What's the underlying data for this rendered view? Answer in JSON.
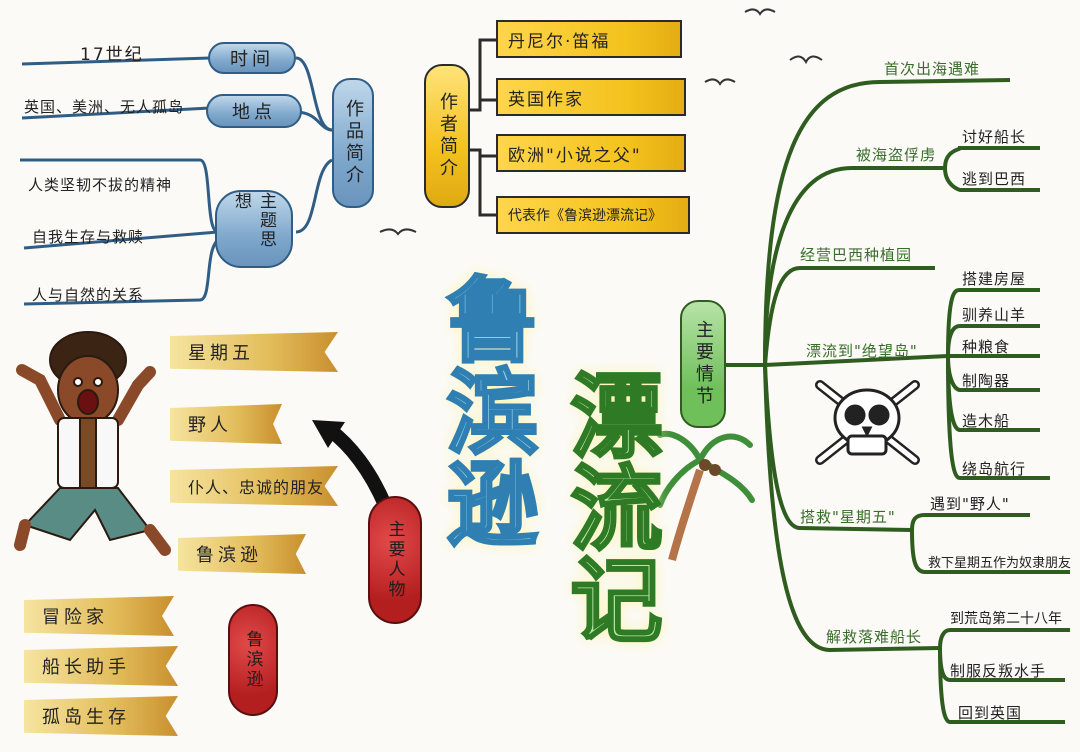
{
  "title": {
    "left": "鲁滨逊",
    "right": "漂流记"
  },
  "colors": {
    "blue": "#6b94bd",
    "yellow": "#f3c21d",
    "green": "#2f5d1f",
    "red": "#b31e1e",
    "tag": "#e2bc5a"
  },
  "work_intro": {
    "label": "作品简介",
    "time": {
      "label": "时间",
      "value": "17世纪"
    },
    "place": {
      "label": "地点",
      "value": "英国、美洲、无人孤岛"
    },
    "theme": {
      "label": "主题思想",
      "items": [
        "人类坚韧不拔的精神",
        "自我生存与救赎",
        "人与自然的关系"
      ]
    }
  },
  "author_intro": {
    "label": "作者简介",
    "items": [
      "丹尼尔·笛福",
      "英国作家",
      "欧洲\"小说之父\"",
      "代表作《鲁滨逊漂流记》"
    ]
  },
  "main_characters": {
    "label": "主要人物",
    "friday": {
      "tags": [
        "星期五",
        "野人",
        "仆人、忠诚的朋友",
        "鲁滨逊"
      ]
    },
    "robinson": {
      "label": "鲁滨逊",
      "tags": [
        "冒险家",
        "船长助手",
        "孤岛生存"
      ]
    }
  },
  "main_plot": {
    "label": "主要情节",
    "branches": [
      {
        "label": "首次出海遇难",
        "items": []
      },
      {
        "label": "被海盗俘虏",
        "items": [
          "讨好船长",
          "逃到巴西"
        ]
      },
      {
        "label": "经营巴西种植园",
        "items": []
      },
      {
        "label": "漂流到\"绝望岛\"",
        "items": [
          "搭建房屋",
          "驯养山羊",
          "种粮食",
          "制陶器",
          "造木船",
          "绕岛航行"
        ]
      },
      {
        "label": "搭救\"星期五\"",
        "items": [
          "遇到\"野人\"",
          "救下星期五作为奴隶朋友"
        ]
      },
      {
        "label": "解救落难船长",
        "items": [
          "到荒岛第二十八年",
          "制服反叛水手",
          "回到英国"
        ]
      }
    ]
  }
}
